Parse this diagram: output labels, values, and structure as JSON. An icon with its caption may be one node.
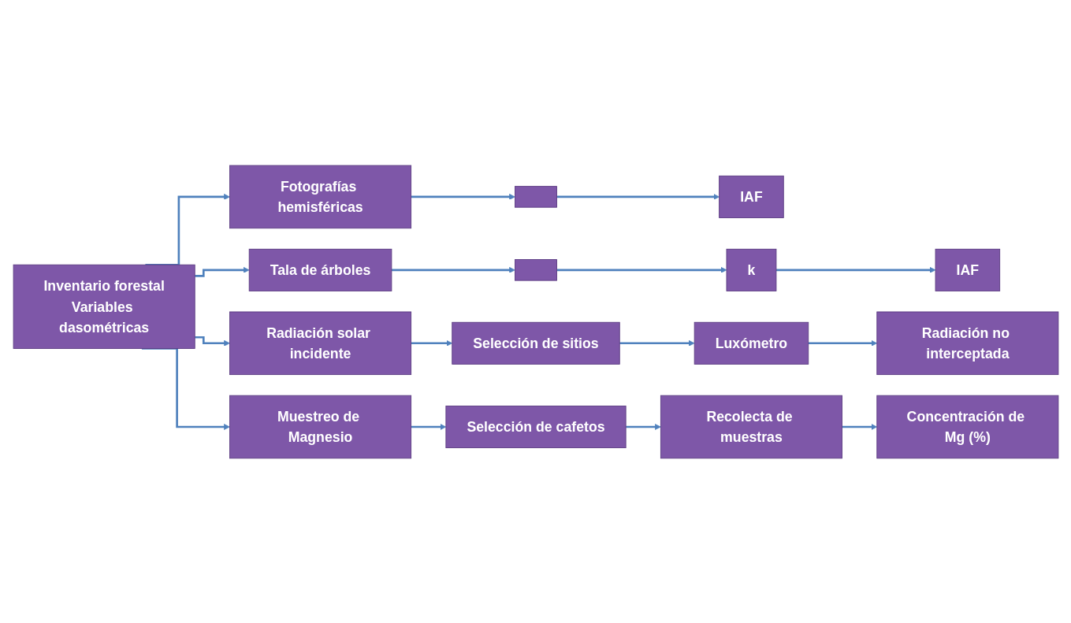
{
  "diagram": {
    "nodes": [
      {
        "text": [
          "Inventario forestal",
          "Variables dasométricas"
        ]
      },
      {
        "text": [
          "Fotografías hemisféricas"
        ]
      },
      {
        "text": [],
        "shape": "box"
      },
      {
        "text": [
          "IAF"
        ]
      },
      {
        "text": [
          "Tala de árboles"
        ]
      },
      {
        "text": [],
        "shape": "box"
      },
      {
        "text": [
          "k"
        ]
      },
      {
        "text": [
          "IAF"
        ]
      },
      {
        "text": [
          "Radiación solar incidente"
        ]
      },
      {
        "text": [
          "Selección de sitios"
        ]
      },
      {
        "text": [
          "Luxómetro"
        ]
      },
      {
        "text": [
          "Radiación no interceptada"
        ]
      },
      {
        "text": [
          "Muestreo de Magnesio"
        ]
      },
      {
        "text": [
          "Selección de cafetos"
        ]
      },
      {
        "text": [
          "Recolecta de muestras"
        ]
      },
      {
        "text": [
          "Concentración de Mg (%)"
        ]
      }
    ],
    "edges": [
      {
        "from": 0,
        "to": 1,
        "arrow": "to"
      },
      {
        "from": 1,
        "to": 2,
        "arrow": "to"
      },
      {
        "from": 2,
        "to": 3,
        "arrow": "to"
      },
      {
        "from": 0,
        "to": 4,
        "arrow": "to"
      },
      {
        "from": 4,
        "to": 5,
        "arrow": "to"
      },
      {
        "from": 5,
        "to": 6,
        "arrow": "to"
      },
      {
        "from": 6,
        "to": 7,
        "arrow": "to"
      },
      {
        "from": 0,
        "to": 8,
        "arrow": "to"
      },
      {
        "from": 8,
        "to": 9,
        "arrow": "to"
      },
      {
        "from": 9,
        "to": 10,
        "arrow": "to"
      },
      {
        "from": 10,
        "to": 11,
        "arrow": "to"
      },
      {
        "from": 0,
        "to": 12,
        "arrow": "to"
      },
      {
        "from": 12,
        "to": 13,
        "arrow": "to"
      },
      {
        "from": 13,
        "to": 14,
        "arrow": "to"
      },
      {
        "from": 14,
        "to": 15,
        "arrow": "to"
      }
    ]
  }
}
